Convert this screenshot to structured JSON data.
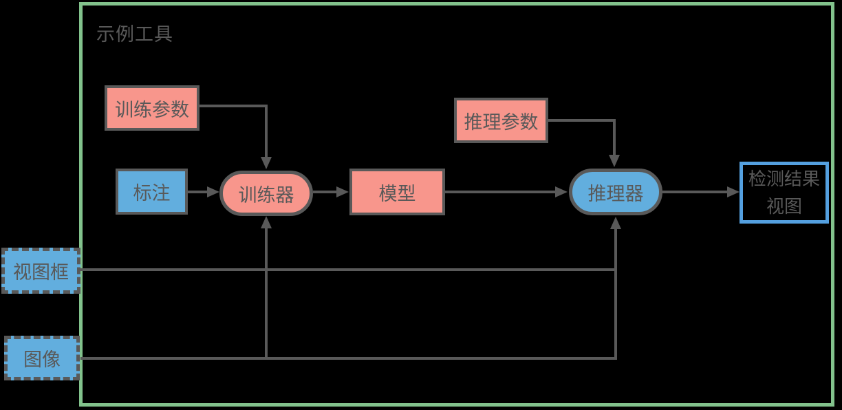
{
  "diagram": {
    "container_label": "示例工具",
    "nodes": {
      "training_params": {
        "label": "训练参数",
        "shape": "rect",
        "fill": "#f8968c"
      },
      "annotation": {
        "label": "标注",
        "shape": "rect",
        "fill": "#62aede"
      },
      "trainer": {
        "label": "训练器",
        "shape": "stadium",
        "fill": "#f8968c"
      },
      "model": {
        "label": "模型",
        "shape": "rect",
        "fill": "#f8968c"
      },
      "inference_params": {
        "label": "推理参数",
        "shape": "rect",
        "fill": "#f8968c"
      },
      "inferencer": {
        "label": "推理器",
        "shape": "stadium",
        "fill": "#62aede"
      },
      "result_view": {
        "label_line1": "检测结果",
        "label_line2": "视图",
        "shape": "rect-outline",
        "border": "#54a0e0"
      },
      "view_frame": {
        "label": "视图框",
        "shape": "dashed-rect",
        "fill": "#62aede"
      },
      "image": {
        "label": "图像",
        "shape": "dashed-rect",
        "fill": "#62aede"
      }
    },
    "edges": [
      {
        "from": "训练参数",
        "to": "训练器"
      },
      {
        "from": "标注",
        "to": "训练器"
      },
      {
        "from": "训练器",
        "to": "模型"
      },
      {
        "from": "模型",
        "to": "推理器"
      },
      {
        "from": "推理参数",
        "to": "推理器"
      },
      {
        "from": "推理器",
        "to": "检测结果视图"
      },
      {
        "from": "视图框",
        "to": "推理器"
      },
      {
        "from": "图像",
        "to": "训练器"
      },
      {
        "from": "图像",
        "to": "推理器"
      }
    ],
    "colors": {
      "background": "#000000",
      "container_border": "#82c28c",
      "salmon_fill": "#f8968c",
      "blue_fill": "#62aede",
      "stroke": "#595959",
      "result_view_border": "#54a0e0"
    }
  }
}
